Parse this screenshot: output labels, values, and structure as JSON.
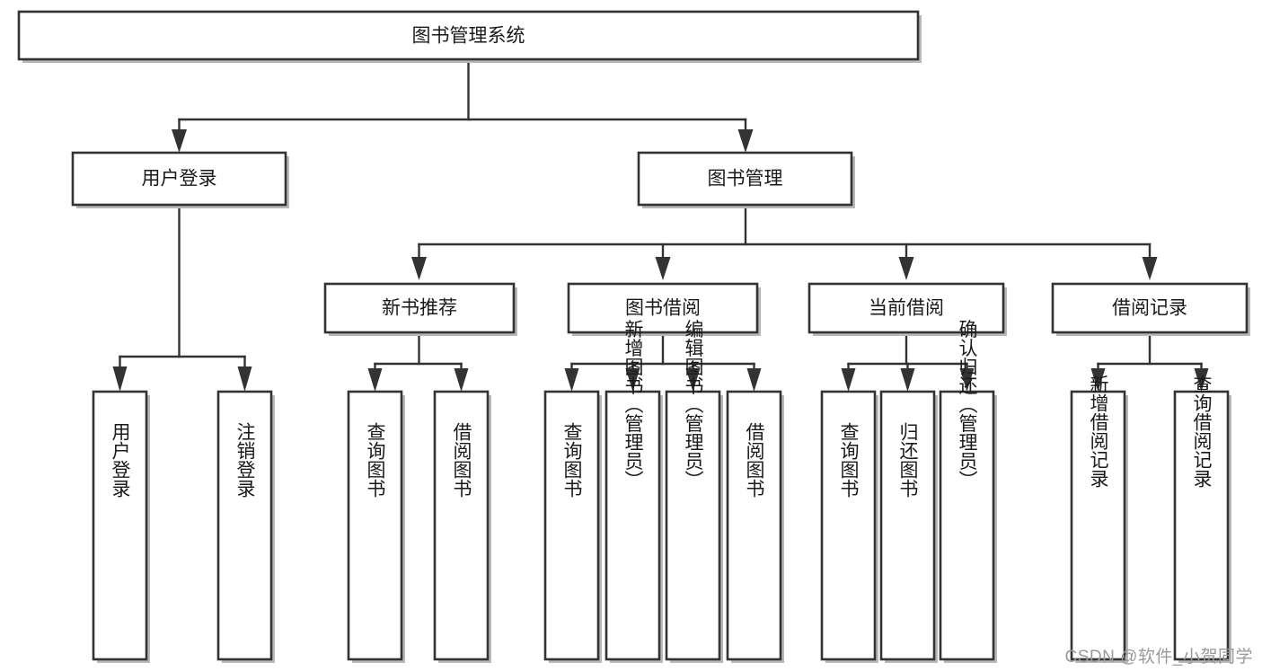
{
  "diagram": {
    "title": "图书管理系统",
    "type": "tree-hierarchy-diagram",
    "colors": {
      "box_fill": "#ffffff",
      "box_stroke": "#333333",
      "line": "#333333",
      "watermark": "#9a9a9a",
      "background": "#ffffff"
    },
    "root": {
      "label": "图书管理系统"
    },
    "level1": [
      {
        "label": "用户登录"
      },
      {
        "label": "图书管理"
      }
    ],
    "level2": [
      {
        "label": "新书推荐"
      },
      {
        "label": "图书借阅"
      },
      {
        "label": "当前借阅"
      },
      {
        "label": "借阅记录"
      }
    ],
    "leaves": {
      "user_login": [
        {
          "label": "用户登录"
        },
        {
          "label": "注销登录"
        }
      ],
      "new_book_recommend": [
        {
          "label": "查询图书"
        },
        {
          "label": "借阅图书"
        }
      ],
      "book_borrow": [
        {
          "label": "查询图书"
        },
        {
          "label": "新增图书（管理员）"
        },
        {
          "label": "编辑图书（管理员）"
        },
        {
          "label": "借阅图书"
        }
      ],
      "current_borrow": [
        {
          "label": "查询图书"
        },
        {
          "label": "归还图书"
        },
        {
          "label": "确认归还（管理员）"
        }
      ],
      "borrow_record": [
        {
          "label": "新增借阅记录"
        },
        {
          "label": "查询借阅记录"
        }
      ]
    }
  },
  "watermark": {
    "text": "CSDN @软件_小贺同学"
  }
}
